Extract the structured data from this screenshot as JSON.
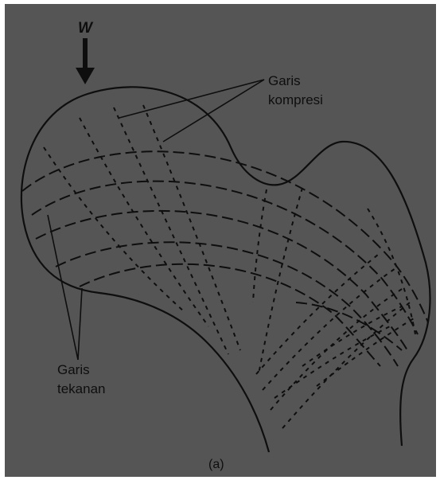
{
  "figure": {
    "load_label": "W",
    "compression_label_line1": "Garis",
    "compression_label_line2": "kompresi",
    "tension_label_line1": "Garis",
    "tension_label_line2": "tekanan",
    "caption": "(a)"
  },
  "colors": {
    "background": "#555555",
    "ink": "#0e0e0e",
    "border": "#ffffff"
  }
}
